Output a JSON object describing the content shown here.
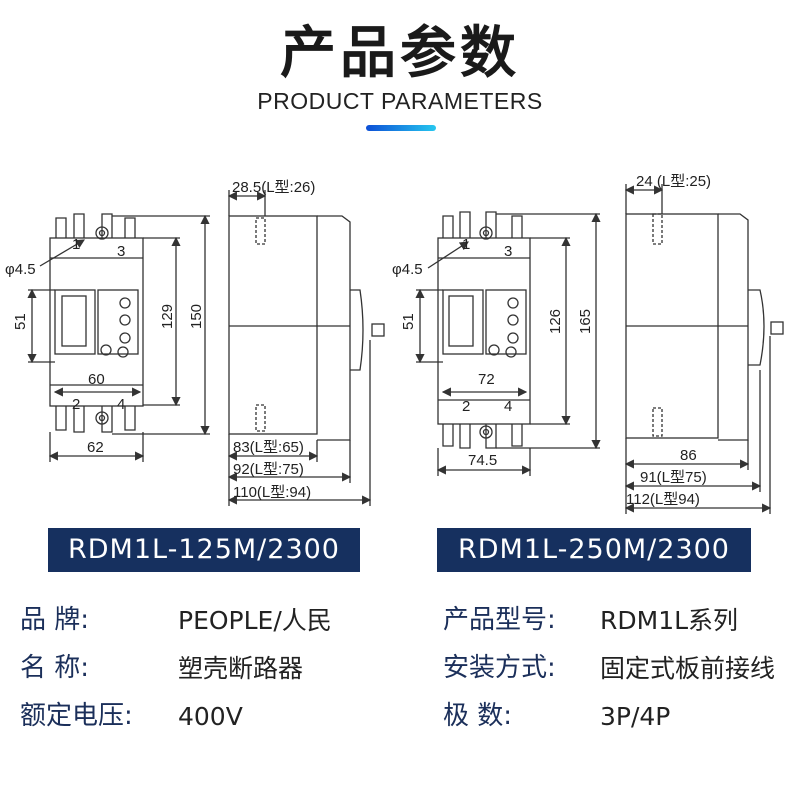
{
  "header": {
    "title": "产品参数",
    "subtitle": "PRODUCT PARAMETERS",
    "accent_colors": [
      "#0d4fd6",
      "#26c7ef"
    ]
  },
  "drawings": {
    "left": {
      "hole": "φ4.5",
      "dim_51": "51",
      "dim_129": "129",
      "dim_150": "150",
      "dim_60": "60",
      "dim_62": "62",
      "terminals": [
        "1",
        "3",
        "2",
        "4"
      ],
      "side_top": "28.5(L型:26)",
      "side_83": "83(L型:65)",
      "side_92": "92(L型:75)",
      "side_110": "110(L型:94)"
    },
    "right": {
      "hole": "φ4.5",
      "dim_51": "51",
      "dim_126": "126",
      "dim_165": "165",
      "dim_72": "72",
      "dim_745": "74.5",
      "terminals": [
        "1",
        "3",
        "2",
        "4"
      ],
      "side_top": "24 (L型:25)",
      "side_86": "86",
      "side_91": "91(L型75)",
      "side_112": "112(L型94)"
    }
  },
  "models": {
    "left": "RDM1L-125M/2300",
    "right": "RDM1L-250M/2300",
    "bar_color": "#16305f"
  },
  "specs": {
    "brand_label": "品        牌:",
    "brand_value": "PEOPLE/人民",
    "model_label": "产品型号:",
    "model_value": "RDM1L系列",
    "name_label": "名        称:",
    "name_value": "塑壳断路器",
    "install_label": "安装方式:",
    "install_value": "固定式板前接线",
    "voltage_label": "额定电压:",
    "voltage_value": "400V",
    "poles_label": "极        数:",
    "poles_value": "3P/4P"
  }
}
